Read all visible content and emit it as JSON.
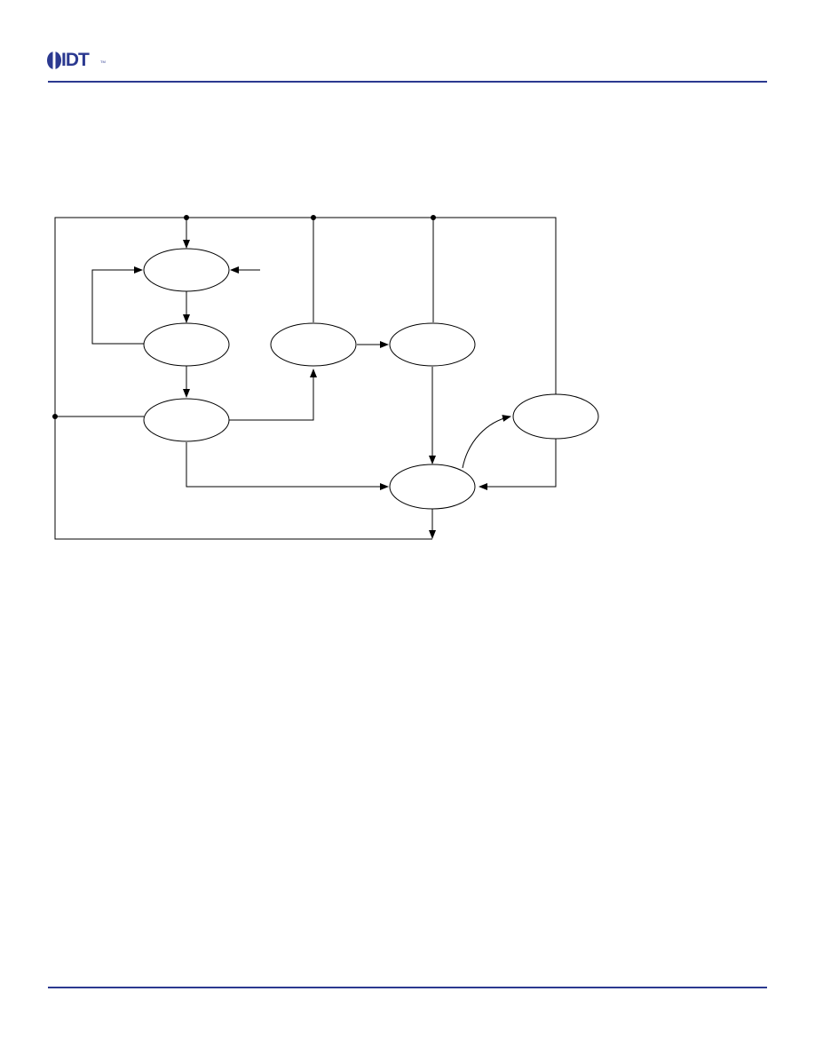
{
  "brand": {
    "logo_text": "IDT",
    "logo_mark": "TM",
    "color": "#2b3990"
  },
  "diagram": {
    "line_color": "#000000",
    "states": [
      {
        "id": "s1",
        "label": ""
      },
      {
        "id": "s2",
        "label": ""
      },
      {
        "id": "s3",
        "label": ""
      },
      {
        "id": "s4",
        "label": ""
      },
      {
        "id": "s5",
        "label": ""
      },
      {
        "id": "s6",
        "label": ""
      },
      {
        "id": "s7",
        "label": ""
      }
    ]
  }
}
